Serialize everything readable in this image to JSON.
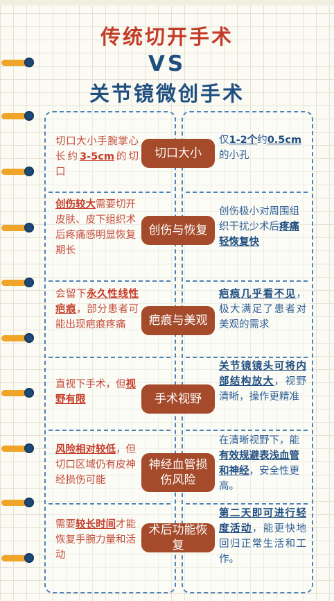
{
  "title": {
    "line1": "传统切开手术",
    "line2": "VS",
    "line3": "关节镜微创手术"
  },
  "rows": [
    {
      "label": "切口大小",
      "left": [
        {
          "t": "切口大小手腕掌心长约"
        },
        {
          "t": "3-5cm",
          "em": true
        },
        {
          "t": "的切口"
        }
      ],
      "right": [
        {
          "t": "仅"
        },
        {
          "t": "1-2个",
          "em": true
        },
        {
          "t": "约"
        },
        {
          "t": "0.5cm",
          "em": true
        },
        {
          "t": "的小孔"
        }
      ]
    },
    {
      "label": "创伤与恢复",
      "left": [
        {
          "t": "创伤较大",
          "em": true
        },
        {
          "t": "需要切开皮肤、皮下组织术后疼痛感明显恢复期长"
        }
      ],
      "right": [
        {
          "t": "创伤极小对周围组织干扰少术后"
        },
        {
          "t": "疼痛轻恢复快",
          "em": true
        }
      ]
    },
    {
      "label": "疤痕与美观",
      "left": [
        {
          "t": "会留下"
        },
        {
          "t": "永久性线性疤痕",
          "em": true
        },
        {
          "t": "，部分患者可能出现疤痕疼痛"
        }
      ],
      "right": [
        {
          "t": "疤痕几乎看不见",
          "em": true
        },
        {
          "t": "，极大满足了患者对美观的需求"
        }
      ]
    },
    {
      "label": "手术视野",
      "left": [
        {
          "t": "直视下手术，但"
        },
        {
          "t": "视野有限",
          "em": true
        }
      ],
      "right": [
        {
          "t": "关节镜镜头可将内部结构放大",
          "em": true
        },
        {
          "t": "，视野清晰，操作更精准"
        }
      ]
    },
    {
      "label": "神经血管损伤风险",
      "left": [
        {
          "t": "风险相对较低",
          "em": true
        },
        {
          "t": "，但切口区域仍有皮神经损伤可能"
        }
      ],
      "right": [
        {
          "t": "在清晰视野下，能"
        },
        {
          "t": "有效规避表浅血管和神经",
          "em": true
        },
        {
          "t": "，安全性更高。"
        }
      ]
    },
    {
      "label": "术后功能恢复",
      "left": [
        {
          "t": "需要"
        },
        {
          "t": "较长时间",
          "em": true
        },
        {
          "t": "才能恢复手腕力量和活动"
        }
      ],
      "right": [
        {
          "t": "第二天即可进行轻度活动",
          "em": true
        },
        {
          "t": "，能更快地回归正常生活和工作。"
        }
      ]
    }
  ]
}
